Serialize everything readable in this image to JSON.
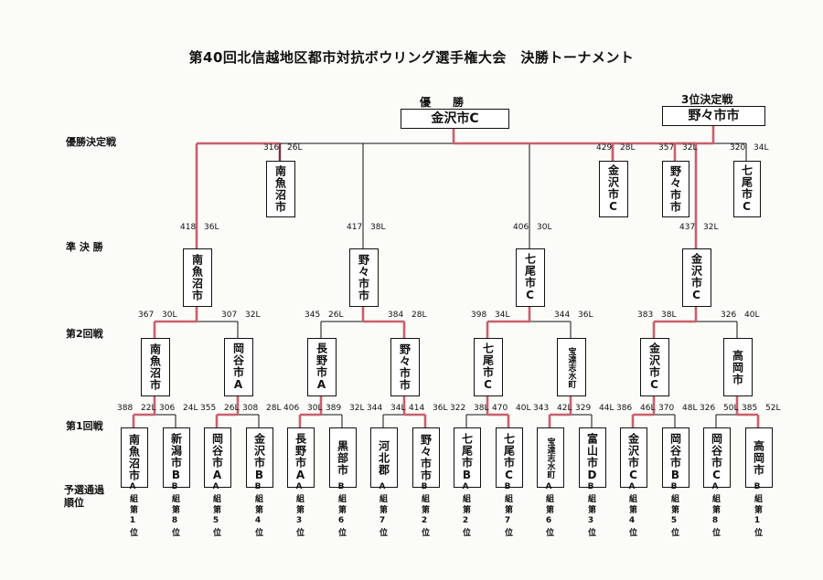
{
  "title": "第40回北信越地区都市対抗ボウリング選手権大会　決勝トーナメント",
  "champion": {
    "label": "優　勝",
    "team": "金沢市C"
  },
  "third_place": {
    "label": "3位決定戦",
    "team": "野々市市"
  },
  "round_labels": [
    "優勝決定戦",
    "準 決 勝",
    "第2回戦",
    "第1回戦"
  ],
  "qualifier_header": [
    "予選通過",
    "順位"
  ],
  "colors": {
    "winner_line": "#c9606e",
    "line": "#111111"
  },
  "round1": [
    {
      "team": "南魚沼市",
      "score": "388",
      "lanes": "22L",
      "qual": "A組第1位"
    },
    {
      "team": "新潟市B",
      "score": "306",
      "lanes": "24L",
      "qual": "B組第8位"
    },
    {
      "team": "岡谷市A",
      "score": "355",
      "lanes": "26L",
      "qual": "A組第5位"
    },
    {
      "team": "金沢市B",
      "score": "308",
      "lanes": "28L",
      "qual": "B組第4位"
    },
    {
      "team": "長野市A",
      "score": "406",
      "lanes": "30L",
      "qual": "A組第3位"
    },
    {
      "team": "黒部市",
      "score": "389",
      "lanes": "32L",
      "qual": "B組第6位"
    },
    {
      "team": "河北郡",
      "score": "344",
      "lanes": "34L",
      "qual": "A組第7位"
    },
    {
      "team": "野々市市",
      "score": "414",
      "lanes": "36L",
      "qual": "B組第2位"
    },
    {
      "team": "七尾市B",
      "score": "322",
      "lanes": "38L",
      "qual": "A組第2位"
    },
    {
      "team": "七尾市C",
      "score": "470",
      "lanes": "40L",
      "qual": "B組第7位"
    },
    {
      "team": "宝達志水町",
      "score": "343",
      "lanes": "42L",
      "qual": "A組第6位"
    },
    {
      "team": "富山市D",
      "score": "329",
      "lanes": "44L",
      "qual": "B組第3位"
    },
    {
      "team": "金沢市C",
      "score": "386",
      "lanes": "46L",
      "qual": "A組第4位"
    },
    {
      "team": "岡谷市B",
      "score": "370",
      "lanes": "48L",
      "qual": "B組第5位"
    },
    {
      "team": "岡谷市C",
      "score": "326",
      "lanes": "50L",
      "qual": "A組第8位"
    },
    {
      "team": "高岡市",
      "score": "385",
      "lanes": "52L",
      "qual": "B組第1位"
    }
  ],
  "round2": [
    {
      "team": "南魚沼市",
      "score": "367",
      "lanes": "30L"
    },
    {
      "team": "岡谷市A",
      "score": "307",
      "lanes": "32L"
    },
    {
      "team": "長野市A",
      "score": "345",
      "lanes": "26L"
    },
    {
      "team": "野々市市",
      "score": "384",
      "lanes": "28L"
    },
    {
      "team": "七尾市C",
      "score": "398",
      "lanes": "34L"
    },
    {
      "team": "宝達志水町",
      "score": "344",
      "lanes": "36L"
    },
    {
      "team": "金沢市C",
      "score": "383",
      "lanes": "38L"
    },
    {
      "team": "高岡市",
      "score": "326",
      "lanes": "40L"
    }
  ],
  "semifinal": [
    {
      "team": "南魚沼市",
      "score": "418",
      "lanes": "36L"
    },
    {
      "team": "野々市市",
      "score": "417",
      "lanes": "38L"
    },
    {
      "team": "七尾市C",
      "score": "406",
      "lanes": "30L"
    },
    {
      "team": "金沢市C",
      "score": "437",
      "lanes": "32L"
    }
  ],
  "final": [
    {
      "team": "南魚沼市",
      "score": "316",
      "lanes": "26L"
    },
    {
      "team": "金沢市C",
      "score": "429",
      "lanes": "28L"
    }
  ],
  "third": [
    {
      "team": "野々市市",
      "score": "357",
      "lanes": "32L"
    },
    {
      "team": "七尾市C",
      "score": "320",
      "lanes": "34L"
    }
  ]
}
